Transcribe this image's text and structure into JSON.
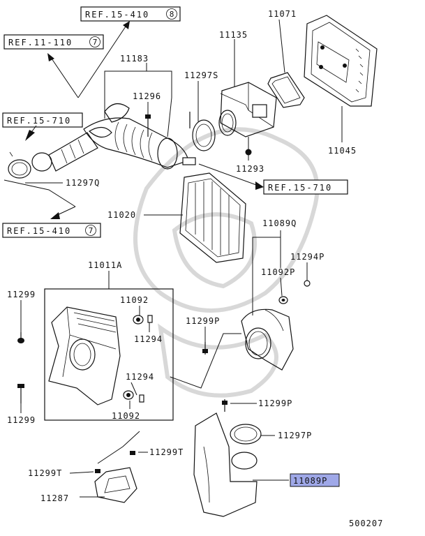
{
  "refs": {
    "r15_410_top": "REF.15-410",
    "r11_110": "REF.11-110",
    "r15_710_left": "REF.15-710",
    "r15_710_right": "REF.15-710",
    "r15_410_bottom": "REF.15-410"
  },
  "ref_circles": {
    "r15_410_top": "8",
    "r11_110": "7",
    "r15_410_bottom": "7"
  },
  "labels": {
    "p11183": "11183",
    "p11135": "11135",
    "p11071": "11071",
    "p11296": "11296",
    "p11297s": "11297S",
    "p11045": "11045",
    "p11293": "11293",
    "p11297q": "11297Q",
    "p11020": "11020",
    "p11089q": "11089Q",
    "p11294p": "11294P",
    "p11011a": "11011A",
    "p11092p": "11092P",
    "p11299_upper": "11299",
    "p11092_upper": "11092",
    "p11299p_mid": "11299P",
    "p11294_upper": "11294",
    "p11294_lower": "11294",
    "p11299p_lower": "11299P",
    "p11092_lower": "11092",
    "p11299_lower": "11299",
    "p11297p": "11297P",
    "p11299t_right": "11299T",
    "p11299t_left": "11299T",
    "p11287": "11287",
    "p11089p": "11089P"
  },
  "diagram_code": "500207",
  "colors": {
    "highlight": "#9fa8e8",
    "line": "#111111"
  }
}
